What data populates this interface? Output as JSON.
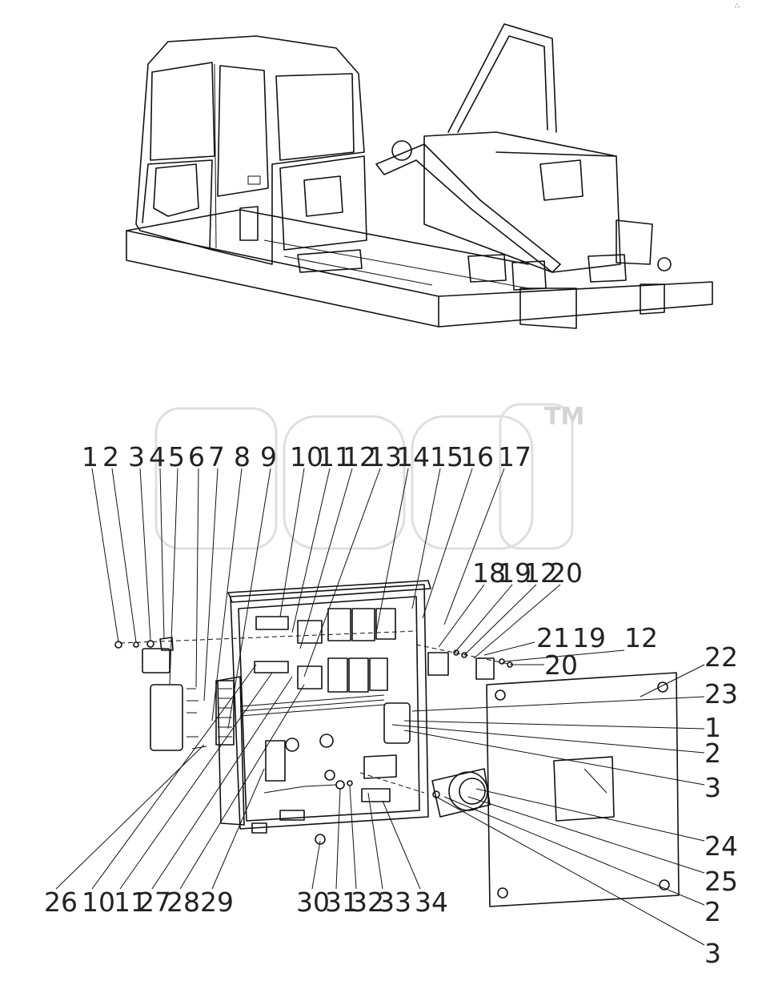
{
  "watermark": {
    "trademark": "TM"
  },
  "callouts": {
    "top": [
      "1",
      "2",
      "3",
      "4",
      "5",
      "6",
      "7",
      "8",
      "9",
      "10",
      "11",
      "12",
      "13",
      "14",
      "15",
      "16",
      "17"
    ],
    "mid_right": [
      "18",
      "19",
      "12",
      "20"
    ],
    "relay_right": [
      "21",
      "19",
      "12",
      "20"
    ],
    "right_column": [
      "22",
      "23",
      "1",
      "2",
      "3",
      "24",
      "25",
      "2",
      "3"
    ],
    "bottom_left": [
      "26",
      "10",
      "11",
      "27",
      "28",
      "29"
    ],
    "bottom_center": [
      "30",
      "31",
      "32",
      "33",
      "34"
    ]
  }
}
